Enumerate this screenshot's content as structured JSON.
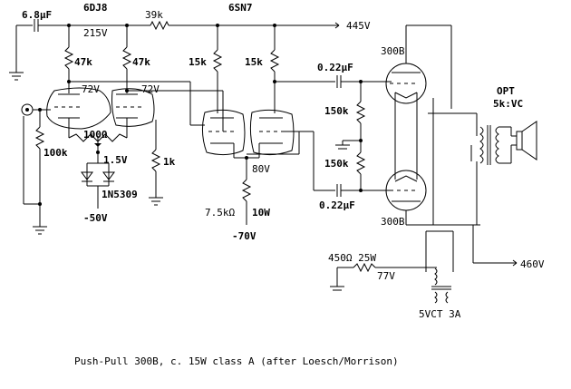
{
  "labels": {
    "coupling_cap": "6.8µF",
    "tube_driver": "6DJ8",
    "r_39k": "39k",
    "tube_phase": "6SN7",
    "b_plus_445": "445V",
    "v_215": "215V",
    "r_47k_left": "47k",
    "r_47k_right": "47k",
    "r_15k_left": "15k",
    "r_15k_right": "15k",
    "cap_022_top": "0.22µF",
    "tube_300b_top": "300B",
    "v_72_left": "72V",
    "v_72_right": "72V",
    "opt_label": "OPT",
    "opt_impedance": "5k:VC",
    "r_150k_top": "150k",
    "r_150k_bottom": "150k",
    "r_100k": "100k",
    "r_100ohm": "100Ω",
    "v_1_5": "1.5V",
    "r_1k": "1k",
    "v_80": "80V",
    "diode": "1N5309",
    "r_7_5k": "7.5kΩ",
    "watt_10": "10W",
    "cap_022_bottom": "0.22µF",
    "tube_300b_bottom": "300B",
    "v_neg50": "-50V",
    "v_neg70": "-70V",
    "r_450": "450Ω 25W",
    "v_460": "460V",
    "v_77": "77V",
    "xfmr": "5VCT 3A",
    "caption": "Push-Pull 300B, c. 15W class A (after Loesch/Morrison)"
  }
}
